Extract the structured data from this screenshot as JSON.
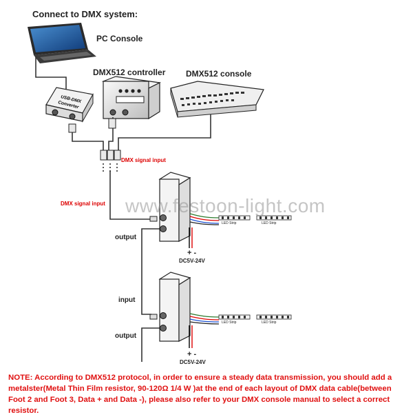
{
  "title": "Connect to DMX system:",
  "devices": {
    "pc": "PC Console",
    "converter": "USB-DMX Converter",
    "controller": "DMX512 controller",
    "console": "DMX512 console"
  },
  "signal_input_upper": "DMX signal input",
  "signal_input_left": "DMX signal input",
  "decoder1": {
    "output": "output",
    "power": "DC5V-24V",
    "polarity": "+  -"
  },
  "decoder2": {
    "input": "input",
    "output": "output",
    "power": "DC5V-24V",
    "polarity": "+  -"
  },
  "strip_labels": [
    "LED Strip",
    "LED Strip",
    "LED Strip",
    "LED Strip"
  ],
  "watermark": "www.festoon-light.com",
  "note": "NOTE: According to DMX512 protocol, in order to ensure a steady data transmission, you should add a metalster(Metal Thin Film resistor, 90-120Ω  1/4 W )at the end of each layout of DMX data cable(between Foot 2 and Foot 3, Data + and Data -), please also refer to your DMX console manual to select a correct resistor.",
  "colors": {
    "note": "#e01010",
    "signal": "#d00000",
    "wire": "#333333"
  }
}
